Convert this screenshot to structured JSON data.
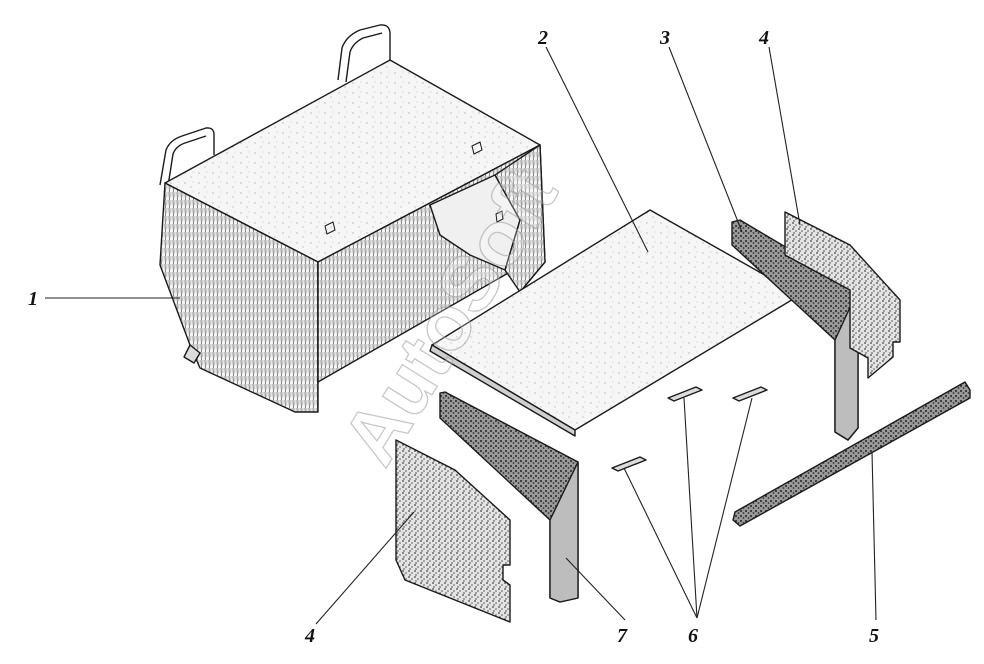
{
  "diagram": {
    "callouts": {
      "c1": "1",
      "c2": "2",
      "c3": "3",
      "c4_top": "4",
      "c4_bottom": "4",
      "c5": "5",
      "c6": "6",
      "c7": "7"
    },
    "watermark": "AutoSoft"
  },
  "colors": {
    "line": "#1a1a1a",
    "paper": "#ffffff",
    "light_fill": "#f2f2f2",
    "stipple_fill": "#d6d6d6",
    "dark_fill": "#8a8a8a"
  }
}
